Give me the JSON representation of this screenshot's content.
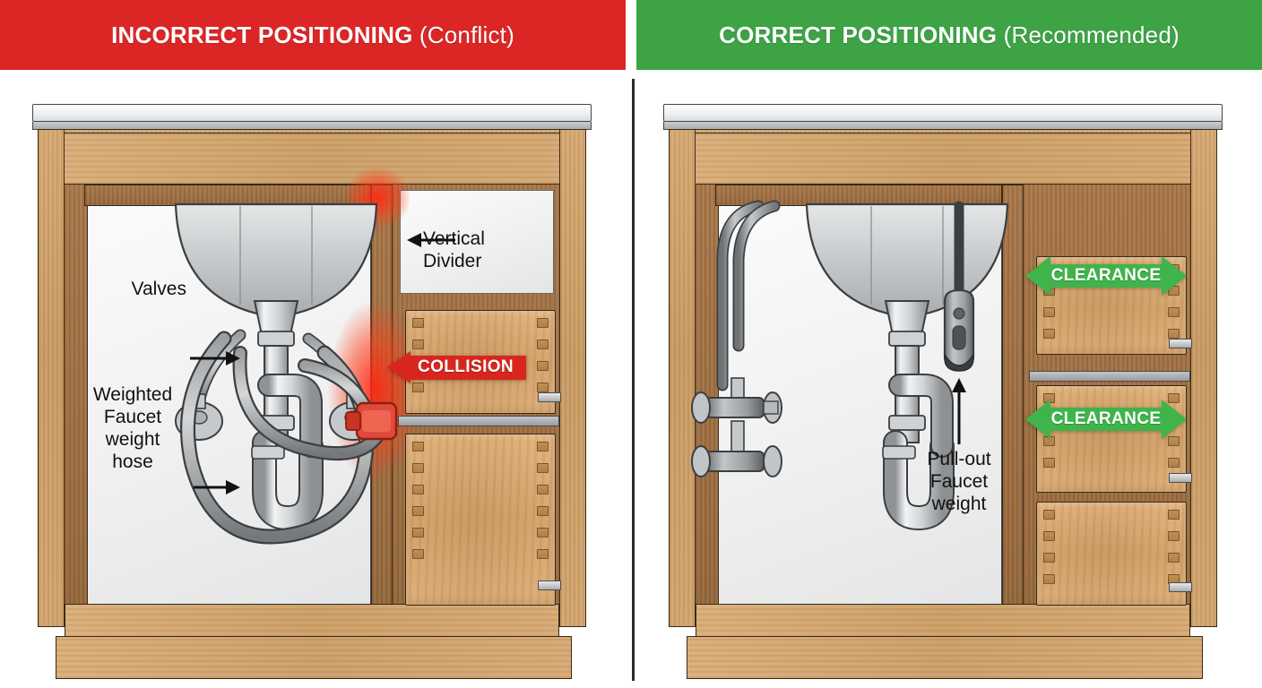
{
  "headers": {
    "left": {
      "strong": "INCORRECT POSITIONING",
      "light": " (Conflict)",
      "color": "#DC2626"
    },
    "right": {
      "strong": "CORRECT POSITIONING",
      "light": " (Recommended)",
      "color": "#3DA345"
    }
  },
  "left_panel": {
    "labels": {
      "valves": "Valves",
      "vertical_divider": "Vertical\nDivider",
      "weighted_hose": "Weighted\nFaucet\nweight\nhose"
    },
    "badges": {
      "collision": "COLLISION"
    }
  },
  "right_panel": {
    "labels": {
      "pullout_weight": "Pull-out\nFaucet\nweight"
    },
    "badges": {
      "clearance_upper": "CLEARANCE",
      "clearance_lower": "CLEARANCE"
    }
  },
  "palette": {
    "red": "#DC2626",
    "green": "#3DA345",
    "collision_red": "#D8261F",
    "clearance_green": "#3FB44A",
    "wood_light": "#d6a871",
    "wood_dark": "#96683d",
    "interior_white": "#f2f2f2",
    "metal_gray": "#b9bcbe",
    "outline": "#3a2a18"
  }
}
